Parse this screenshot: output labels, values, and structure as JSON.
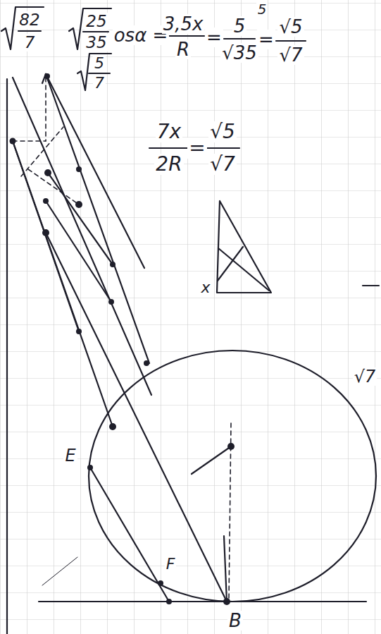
{
  "diagram": {
    "labels": [
      "5",
      "82",
      "7",
      "25",
      "35",
      "5",
      "7",
      "osα =",
      "3,5x",
      "R",
      "=",
      "5",
      "√35",
      "=",
      "√5",
      "√7",
      "7x",
      "2R",
      "=",
      "√5",
      "√7",
      "x",
      "√7",
      "E",
      "F",
      "B"
    ]
  }
}
